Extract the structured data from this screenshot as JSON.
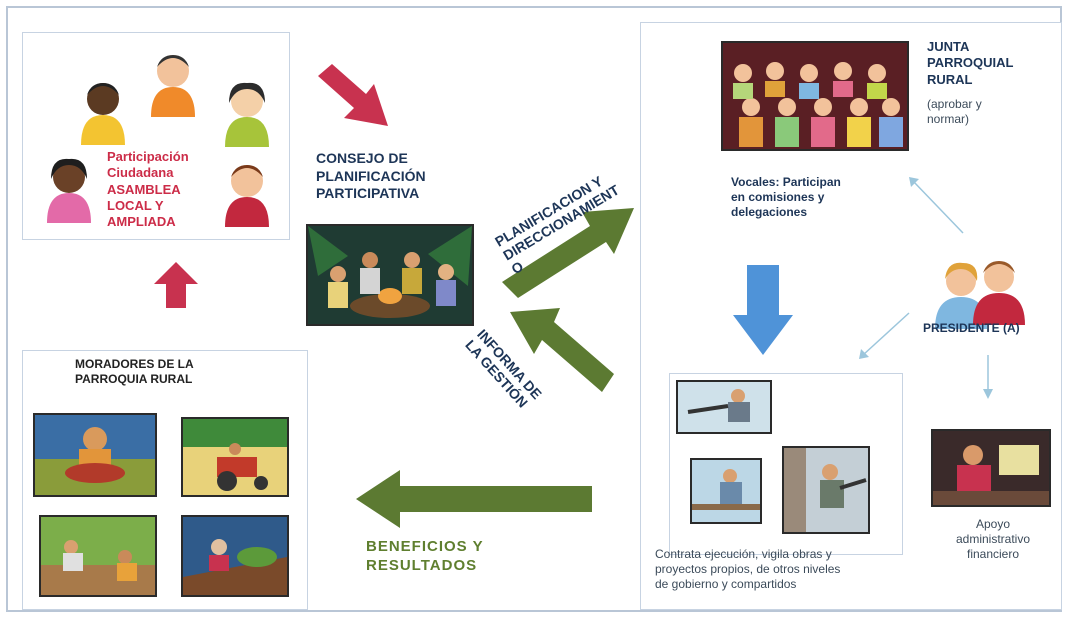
{
  "participacion": {
    "line1": "Participación",
    "line2": "Ciudadana",
    "line3": "ASAMBLEA",
    "line4": "LOCAL Y",
    "line5": "AMPLIADA"
  },
  "consejo": {
    "line1": "CONSEJO DE",
    "line2": "PLANIFICACIÓN",
    "line3": "PARTICIPATIVA"
  },
  "planificacion_label": {
    "line1": "PLANIFICACION Y",
    "line2": "DIRECCIONAMIENT",
    "line3": "O"
  },
  "informa_label": {
    "line1": "INFORMA DE",
    "line2": "LA GESTIÓN"
  },
  "moradores": {
    "line1": "MORADORES DE LA",
    "line2": "PARROQUIA RURAL"
  },
  "beneficios": {
    "line1": "BENEFICIOS Y",
    "line2": "RESULTADOS"
  },
  "junta": {
    "line1": "JUNTA",
    "line2": "PARROQUIAL",
    "line3": "RURAL",
    "sub1": "(aprobar y",
    "sub2": "normar)"
  },
  "vocales": {
    "line1": "Vocales: Participan",
    "line2": "en comisiones y",
    "line3": "delegaciones"
  },
  "presidente": "PRESIDENTE (A)",
  "contrata": {
    "line1": "Contrata ejecución, vigila obras y",
    "line2": "proyectos propios, de otros niveles",
    "line3": "de gobierno y compartidos"
  },
  "apoyo": {
    "line1": "Apoyo",
    "line2": "administrativo",
    "line3": "financiero"
  },
  "colors": {
    "red_arrow": "#c8324f",
    "green_arrow": "#5c7a32",
    "blue_arrow": "#4f93d8",
    "red_text": "#cc2c48",
    "navy_text": "#1d3557",
    "green_text": "#5f7f2f"
  }
}
